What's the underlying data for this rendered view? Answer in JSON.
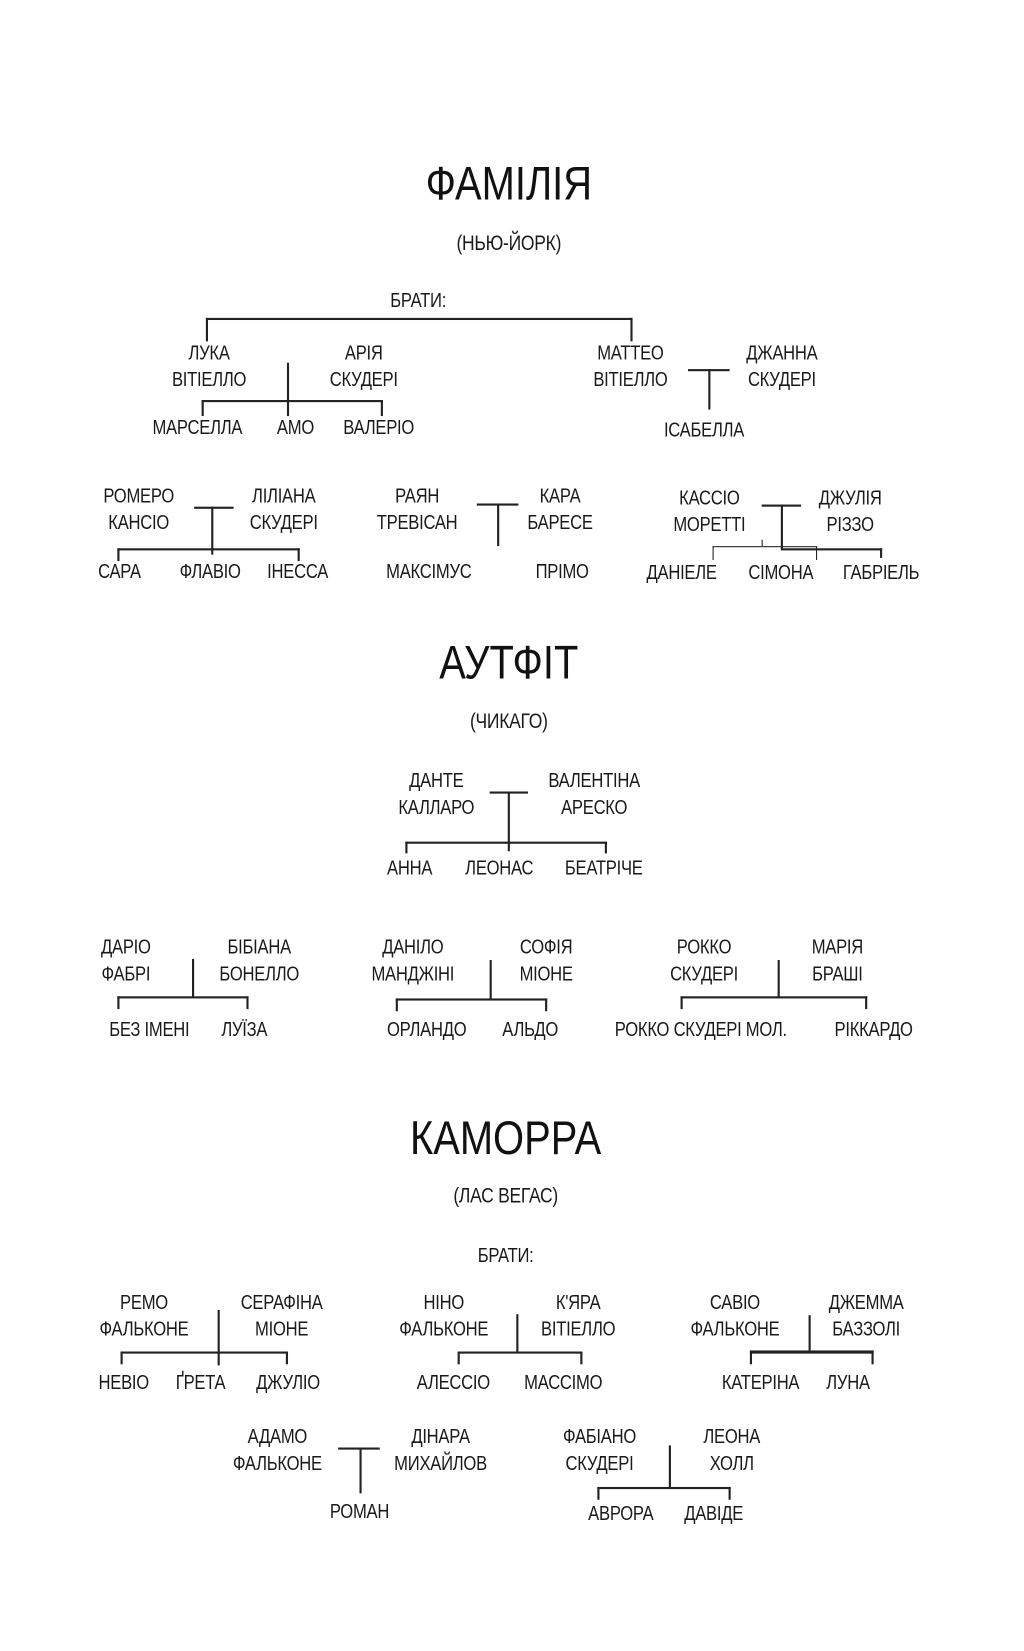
{
  "familia": {
    "title": "ФАМІЛІЯ",
    "city": "(НЬЮ-ЙОРК)",
    "brothers_label": "БРАТИ:",
    "luca": {
      "p1": [
        "ЛУКА",
        "ВІТІЕЛЛО"
      ],
      "p2": [
        "АРІЯ",
        "СКУДЕРІ"
      ],
      "children": [
        "МАРСЕЛЛА",
        "АМО",
        "ВАЛЕРІО"
      ]
    },
    "matteo": {
      "p1": [
        "МАТТЕО",
        "ВІТІЕЛЛО"
      ],
      "p2": [
        "ДЖАННА",
        "СКУДЕРІ"
      ],
      "children": [
        "ІСАБЕЛЛА"
      ]
    },
    "romero": {
      "p1": [
        "РОМЕРО",
        "КАНСІО"
      ],
      "p2": [
        "ЛІЛІАНА",
        "СКУДЕРІ"
      ],
      "children": [
        "САРА",
        "ФЛАВІО",
        "ІНЕССА"
      ]
    },
    "ryan": {
      "p1": [
        "РАЯН",
        "ТРЕВІСАН"
      ],
      "p2": [
        "КАРА",
        "БАРЕСЕ"
      ],
      "children": [
        "МАКСІМУС",
        "ПРІМО"
      ]
    },
    "cassio": {
      "p1": [
        "КАССІО",
        "МОРЕТТІ"
      ],
      "p2": [
        "ДЖУЛІЯ",
        "РІЗЗО"
      ],
      "children": [
        "ДАНІЕЛЕ",
        "СІМОНА",
        "ГАБРІЕЛЬ"
      ]
    }
  },
  "outfit": {
    "title": "АУТФІТ",
    "city": "(ЧИКАГО)",
    "dante": {
      "p1": [
        "ДАНТЕ",
        "КАЛЛАРО"
      ],
      "p2": [
        "ВАЛЕНТІНА",
        "АРЕСКО"
      ],
      "children": [
        "АННА",
        "ЛЕОНАС",
        "БЕАТРІЧЕ"
      ]
    },
    "dario": {
      "p1": [
        "ДАРІО",
        "ФАБРІ"
      ],
      "p2": [
        "БІБІАНА",
        "БОНЕЛЛО"
      ],
      "children": [
        "БЕЗ ІМЕНІ",
        "ЛУЇЗА"
      ]
    },
    "danilo": {
      "p1": [
        "ДАНІЛО",
        "МАНДЖІНІ"
      ],
      "p2": [
        "СОФІЯ",
        "МІОНЕ"
      ],
      "children": [
        "ОРЛАНДО",
        "АЛЬДО"
      ]
    },
    "rocco": {
      "p1": [
        "РОККО",
        "СКУДЕРІ"
      ],
      "p2": [
        "МАРІЯ",
        "БРАШІ"
      ],
      "children": [
        "РОККО СКУДЕРІ МОЛ.",
        "РІККАРДО"
      ]
    }
  },
  "camorra": {
    "title": "КАМОРРА",
    "city": "(ЛАС ВЕГАС)",
    "brothers_label": "БРАТИ:",
    "remo": {
      "p1": [
        "РЕМО",
        "ФАЛЬКОНЕ"
      ],
      "p2": [
        "СЕРАФІНА",
        "МІОНЕ"
      ],
      "children": [
        "НЕВІО",
        "ҐРЕТА",
        "ДЖУЛІО"
      ]
    },
    "nino": {
      "p1": [
        "НІНО",
        "ФАЛЬКОНЕ"
      ],
      "p2": [
        "К'ЯРА",
        "ВІТІЕЛЛО"
      ],
      "children": [
        "АЛЕССІО",
        "МАССІМО"
      ]
    },
    "savio": {
      "p1": [
        "САВІО",
        "ФАЛЬКОНЕ"
      ],
      "p2": [
        "ДЖЕММА",
        "БАЗЗОЛІ"
      ],
      "children": [
        "КАТЕРІНА",
        "ЛУНА"
      ]
    },
    "adamo": {
      "p1": [
        "АДАМО",
        "ФАЛЬКОНЕ"
      ],
      "p2": [
        "ДІНАРА",
        "МИХАЙЛОВ"
      ],
      "children": [
        "РОМАН"
      ]
    },
    "fabiano": {
      "p1": [
        "ФАБІАНО",
        "СКУДЕРІ"
      ],
      "p2": [
        "ЛЕОНА",
        "ХОЛЛ"
      ],
      "children": [
        "АВРОРА",
        "ДАВІДЕ"
      ]
    }
  }
}
